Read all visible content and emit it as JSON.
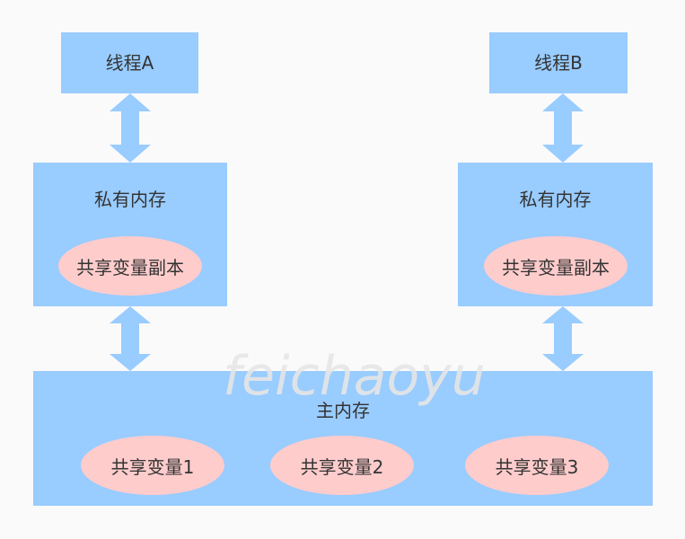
{
  "thread_a": {
    "label": "线程A"
  },
  "thread_b": {
    "label": "线程B"
  },
  "private_memory_a": {
    "label": "私有内存",
    "copy_label": "共享变量副本"
  },
  "private_memory_b": {
    "label": "私有内存",
    "copy_label": "共享变量副本"
  },
  "main_memory": {
    "label": "主内存",
    "variables": [
      "共享变量1",
      "共享变量2",
      "共享变量3"
    ]
  },
  "watermark": "feichaoyu",
  "colors": {
    "box_fill": "#99ccff",
    "ellipse_fill": "#ffcccc",
    "arrow_fill": "#99ccff",
    "background": "#fafafa",
    "text": "#333333"
  }
}
